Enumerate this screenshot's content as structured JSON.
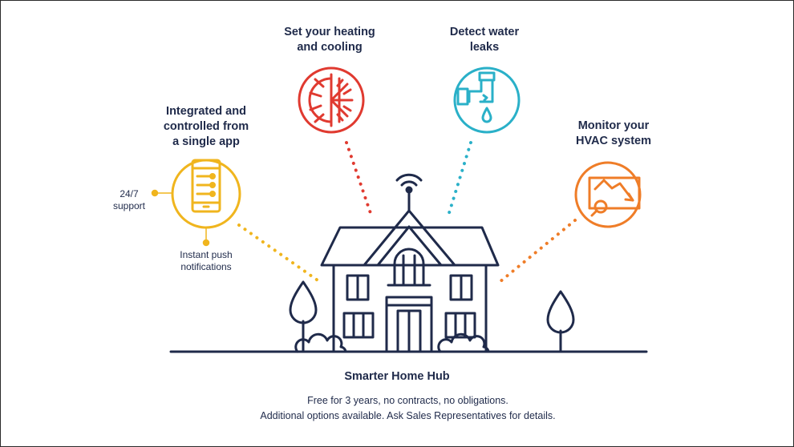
{
  "features": {
    "heating": {
      "label_line1": "Set your heating",
      "label_line2": "and cooling",
      "icon": "snowflake-sun-icon",
      "color": "#e03a30"
    },
    "water": {
      "label_line1": "Detect water",
      "label_line2": "leaks",
      "icon": "leaking-pipe-icon",
      "color": "#2ab0c8"
    },
    "app": {
      "label_line1": "Integrated and",
      "label_line2": "controlled from",
      "label_line3": "a single app",
      "icon": "smartphone-icon",
      "color": "#f0b51e"
    },
    "hvac": {
      "label_line1": "Monitor your",
      "label_line2": "HVAC system",
      "icon": "chart-magnifier-icon",
      "color": "#ef7d28"
    }
  },
  "callouts": {
    "support_line1": "24/7",
    "support_line2": "support",
    "push_line1": "Instant push",
    "push_line2": "notifications"
  },
  "hub": {
    "title": "Smarter Home Hub",
    "line1": "Free for 3 years, no contracts, no obligations.",
    "line2": "Additional options available. Ask Sales Representatives for details.",
    "icon": "house-hub-icon",
    "color": "#1f2a4a"
  }
}
